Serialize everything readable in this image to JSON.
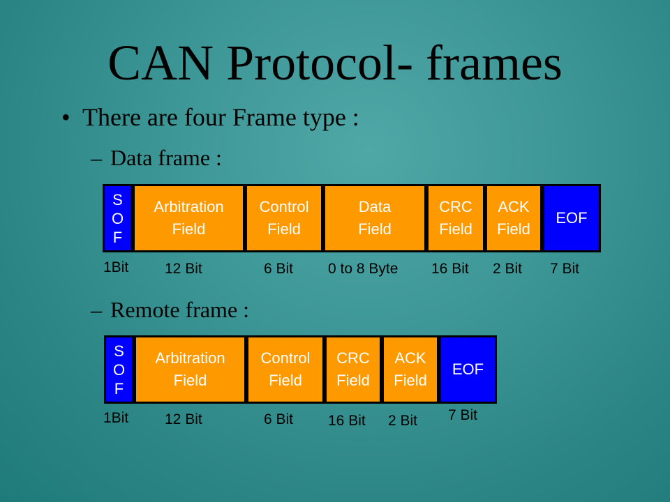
{
  "title": "CAN Protocol- frames",
  "bullet": {
    "marker": "•",
    "text": "There are four Frame type :"
  },
  "data_frame": {
    "dash": "–",
    "label": "Data frame :",
    "fields": [
      {
        "label": "S\nO\nF",
        "color": "#0000ff",
        "size": "1Bit"
      },
      {
        "label": "Arbitration\nField",
        "color": "#ff9900",
        "size": "12 Bit"
      },
      {
        "label": "Control\nField",
        "color": "#ff9900",
        "size": "6 Bit"
      },
      {
        "label": "Data\nField",
        "color": "#ff9900",
        "size": "0 to 8 Byte"
      },
      {
        "label": "CRC\nField",
        "color": "#ff9900",
        "size": "16 Bit"
      },
      {
        "label": "ACK\nField",
        "color": "#ff9900",
        "size": "2 Bit"
      },
      {
        "label": "EOF",
        "color": "#0000ff",
        "size": "7 Bit"
      }
    ]
  },
  "remote_frame": {
    "dash": "–",
    "label": "Remote frame :",
    "fields": [
      {
        "label": "S\nO\nF",
        "color": "#0000ff",
        "size": "1Bit"
      },
      {
        "label": "Arbitration\nField",
        "color": "#ff9900",
        "size": "12 Bit"
      },
      {
        "label": "Control\nField",
        "color": "#ff9900",
        "size": "6 Bit"
      },
      {
        "label": "CRC\nField",
        "color": "#ff9900",
        "size": "16 Bit"
      },
      {
        "label": "ACK\nField",
        "color": "#ff9900",
        "size": "2 Bit"
      },
      {
        "label": "EOF",
        "color": "#0000ff",
        "size": "7 Bit"
      }
    ]
  }
}
